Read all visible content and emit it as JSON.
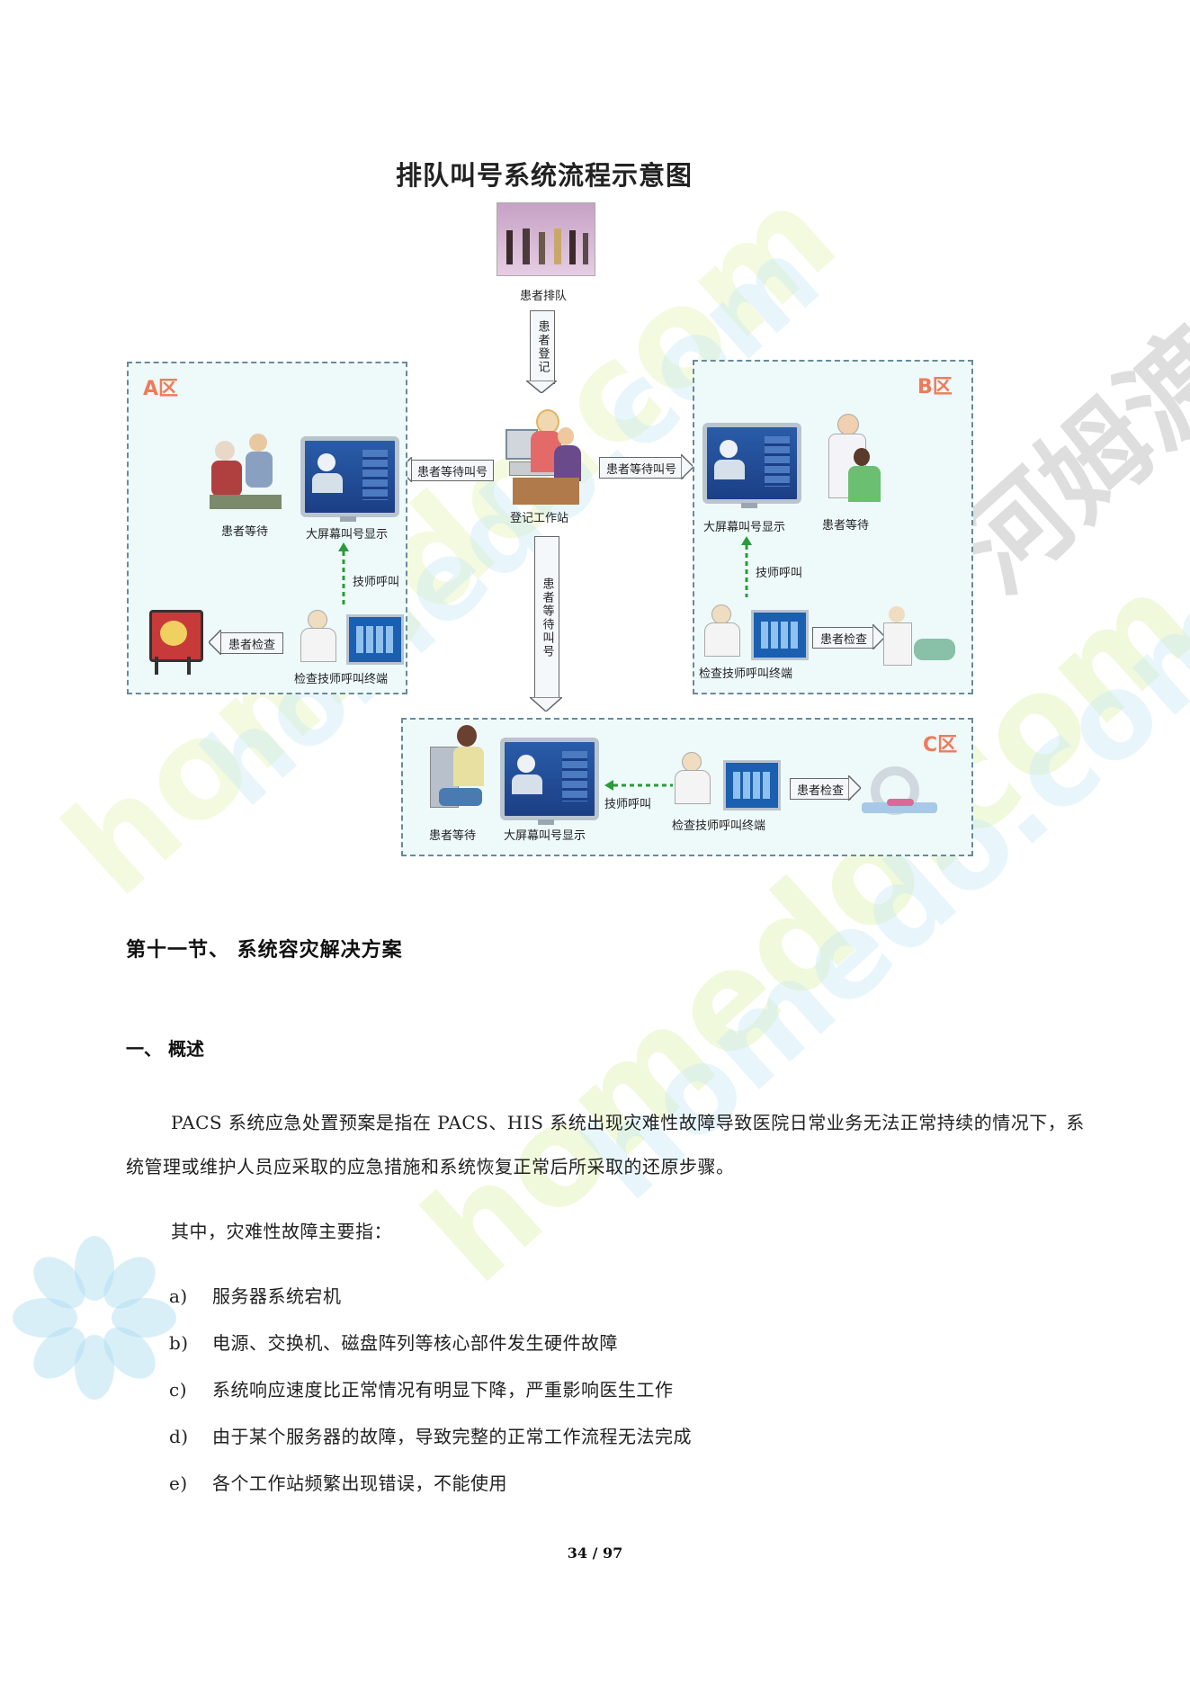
{
  "watermarks": [
    "homedo.com",
    "homedo.com",
    "homedo.com",
    "homedo.com",
    "河姆渡"
  ],
  "diagram": {
    "title": "排队叫号系统流程示意图",
    "zones": {
      "a": "A区",
      "b": "B区",
      "c": "C区"
    },
    "labels": {
      "queue": "患者排队",
      "register_arrow": "患者登记",
      "workstation": "登记工作站",
      "wait_call_left": "患者等待叫号",
      "wait_call_right": "患者等待叫号",
      "wait_call_down": "患者等待叫号",
      "a_wait": "患者等待",
      "a_screen": "大屏幕叫号显示",
      "a_tech_call": "技师呼叫",
      "a_exam": "患者检查",
      "a_terminal": "检查技师呼叫终端",
      "b_screen": "大屏幕叫号显示",
      "b_wait": "患者等待",
      "b_tech_call": "技师呼叫",
      "b_terminal": "检查技师呼叫终端",
      "b_exam": "患者检查",
      "c_wait": "患者等待",
      "c_screen": "大屏幕叫号显示",
      "c_tech_call": "技师呼叫",
      "c_terminal": "检查技师呼叫终端",
      "c_exam": "患者检查"
    }
  },
  "section_heading": "第十一节、 系统容灾解决方案",
  "subheading": "一、  概述",
  "paragraph1": "PACS 系统应急处置预案是指在 PACS、HIS 系统出现灾难性故障导致医院日常业务无法正常持续的情况下，系统管理或维护人员应采取的应急措施和系统恢复正常后所采取的还原步骤。",
  "paragraph2": "其中，灾难性故障主要指：",
  "list": [
    {
      "marker": "a)",
      "text": "服务器系统宕机"
    },
    {
      "marker": "b)",
      "text": "电源、交换机、磁盘阵列等核心部件发生硬件故障"
    },
    {
      "marker": "c)",
      "text": "系统响应速度比正常情况有明显下降，严重影响医生工作"
    },
    {
      "marker": "d)",
      "text": "由于某个服务器的故障，导致完整的正常工作流程无法完成"
    },
    {
      "marker": "e)",
      "text": "各个工作站频繁出现错误，不能使用"
    }
  ],
  "page_number": "34 / 97"
}
